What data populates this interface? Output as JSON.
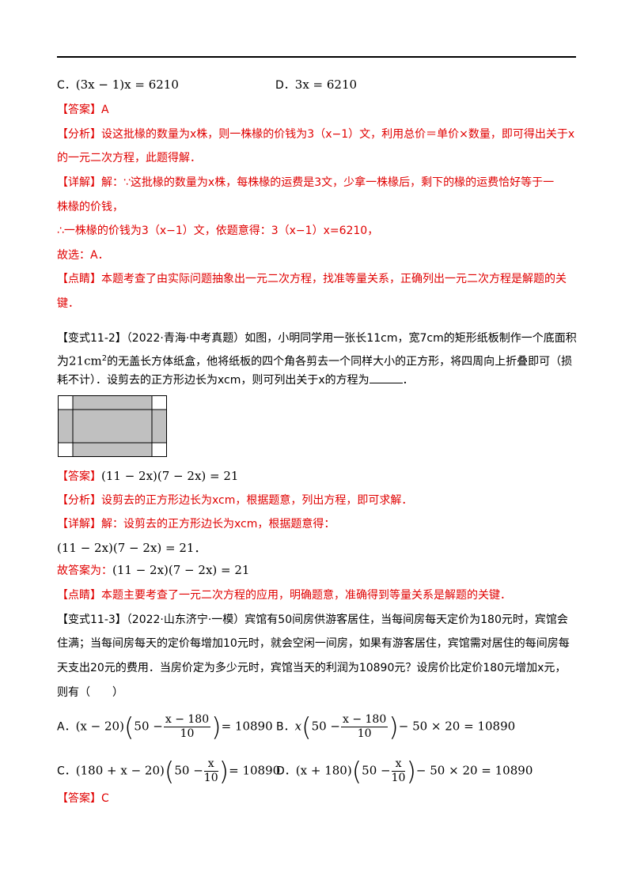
{
  "colors": {
    "answer_red": "#e00000",
    "text_black": "#000000",
    "diagram_fill": "#c0c0c0"
  },
  "q1": {
    "opt_c_label": "C．",
    "opt_c_expr": "(3x − 1)x = 6210",
    "opt_d_label": "D．",
    "opt_d_expr": "3x = 6210",
    "answer_tag": "【答案】",
    "answer": "A",
    "analysis_tag": "【分析】",
    "analysis_1": "设这批椽的数量为x株，则一株椽的价钱为3（x−1）文，利用总价＝单价×数量，即可得出关于x",
    "analysis_2": "的一元二次方程，此题得解．",
    "detail_tag": "【详解】",
    "detail_1": "解：∵这批椽的数量为x株，每株椽的运费是3文，少拿一株椽后，剩下的椽的运费恰好等于一",
    "detail_2": "株椽的价钱，",
    "detail_3": "∴一株椽的价钱为3（x−1）文，依题意得：3（x−1）x=6210，",
    "detail_4": "故选：A．",
    "comment_tag": "【点睛】",
    "comment_1": "本题考查了由实际问题抽象出一元二次方程，找准等量关系，正确列出一元二次方程是解题的关",
    "comment_2": "键．"
  },
  "q2": {
    "tag": "【变式11-2】",
    "text_1": "（2022·青海·中考真题）如图，小明同学用一张长11cm，宽7cm的矩形纸板制作一个底面积",
    "text_2a": "为21",
    "text_2unit": "cm",
    "text_2sup": "2",
    "text_2b": "的无盖长方体纸盒，他将纸板的四个角各剪去一个同样大小的正方形，将四周向上折叠即可（损",
    "text_3a": "耗不计）．设剪去的正方形边长为xcm，则可列出关于x的方程为",
    "text_3b": "．",
    "answer_tag": "【答案】",
    "answer_expr": "(11 − 2x)(7 − 2x) = 21",
    "analysis_tag": "【分析】",
    "analysis": "设剪去的正方形边长为xcm，根据题意，列出方程，即可求解．",
    "detail_tag": "【详解】",
    "detail_1": "解：设剪去的正方形边长为xcm，根据题意得：",
    "detail_2": "(11 − 2x)(7 − 2x) = 21．",
    "detail_3a": "故答案为：",
    "detail_3b": "(11 − 2x)(7 − 2x) = 21",
    "comment_tag": "【点睛】",
    "comment": "本题主要考查了一元二次方程的应用，明确题意，准确得到等量关系是解题的关键．"
  },
  "q3": {
    "tag": "【变式11-3】",
    "text_1": "（2022·山东济宁·一模）宾馆有50间房供游客居住，当每间房每天定价为180元时，宾馆会",
    "text_2": "住满；当每间房每天的定价每增加10元时，就会空闲一间房，如果有游客居住，宾馆需对居住的每间房每",
    "text_3": "天支出20元的费用．当房价定为多少元时，宾馆当天的利润为10890元？设房价比定价180元增加x元，",
    "text_4": "则有（　　）",
    "opt_a_label": "A．",
    "opt_a_pre": "(x − 20)",
    "opt_a_in": "50 −",
    "opt_a_num": "x − 180",
    "opt_a_den": "10",
    "opt_a_post": "= 10890",
    "opt_b_label": "B．",
    "opt_b_pre": "x",
    "opt_b_in": "50 −",
    "opt_b_num": "x − 180",
    "opt_b_den": "10",
    "opt_b_post": "− 50 × 20 = 10890",
    "opt_c_label": "C．",
    "opt_c_pre": "(180 + x − 20)",
    "opt_c_in": "50 −",
    "opt_c_num": "x",
    "opt_c_den": "10",
    "opt_c_post": "= 10890",
    "opt_d_label": "D．",
    "opt_d_pre": "(x + 180)",
    "opt_d_in": "50 −",
    "opt_d_num": "x",
    "opt_d_den": "10",
    "opt_d_post": "− 50 × 20 = 10890",
    "answer_tag": "【答案】",
    "answer": "C"
  }
}
